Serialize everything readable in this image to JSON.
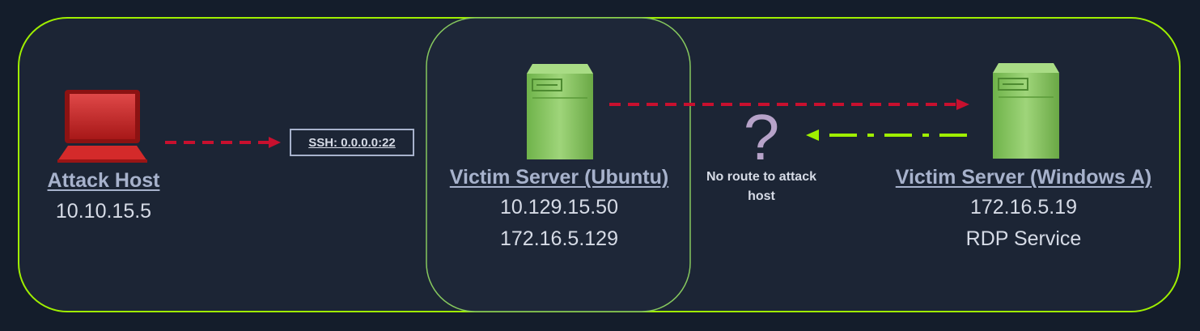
{
  "nodes": {
    "attack_host": {
      "title": "Attack Host",
      "ip": "10.10.15.5"
    },
    "ubuntu": {
      "title": "Victim Server (Ubuntu)",
      "ip1": "10.129.15.50",
      "ip2": "172.16.5.129"
    },
    "windows": {
      "title": "Victim Server (Windows A)",
      "ip": "172.16.5.19",
      "service": "RDP Service"
    }
  },
  "ssh_label": "SSH: 0.0.0.0:22",
  "no_route": {
    "symbol": "?",
    "text": "No route to attack host"
  },
  "colors": {
    "background": "#141d2b",
    "panel": "#1c2535",
    "boundary": "#9fef00",
    "red_arrow": "#c8102e",
    "green_arrow": "#9fef00",
    "laptop": "#d42a2a",
    "server": "#86c85e",
    "question": "#b7a3c9"
  }
}
